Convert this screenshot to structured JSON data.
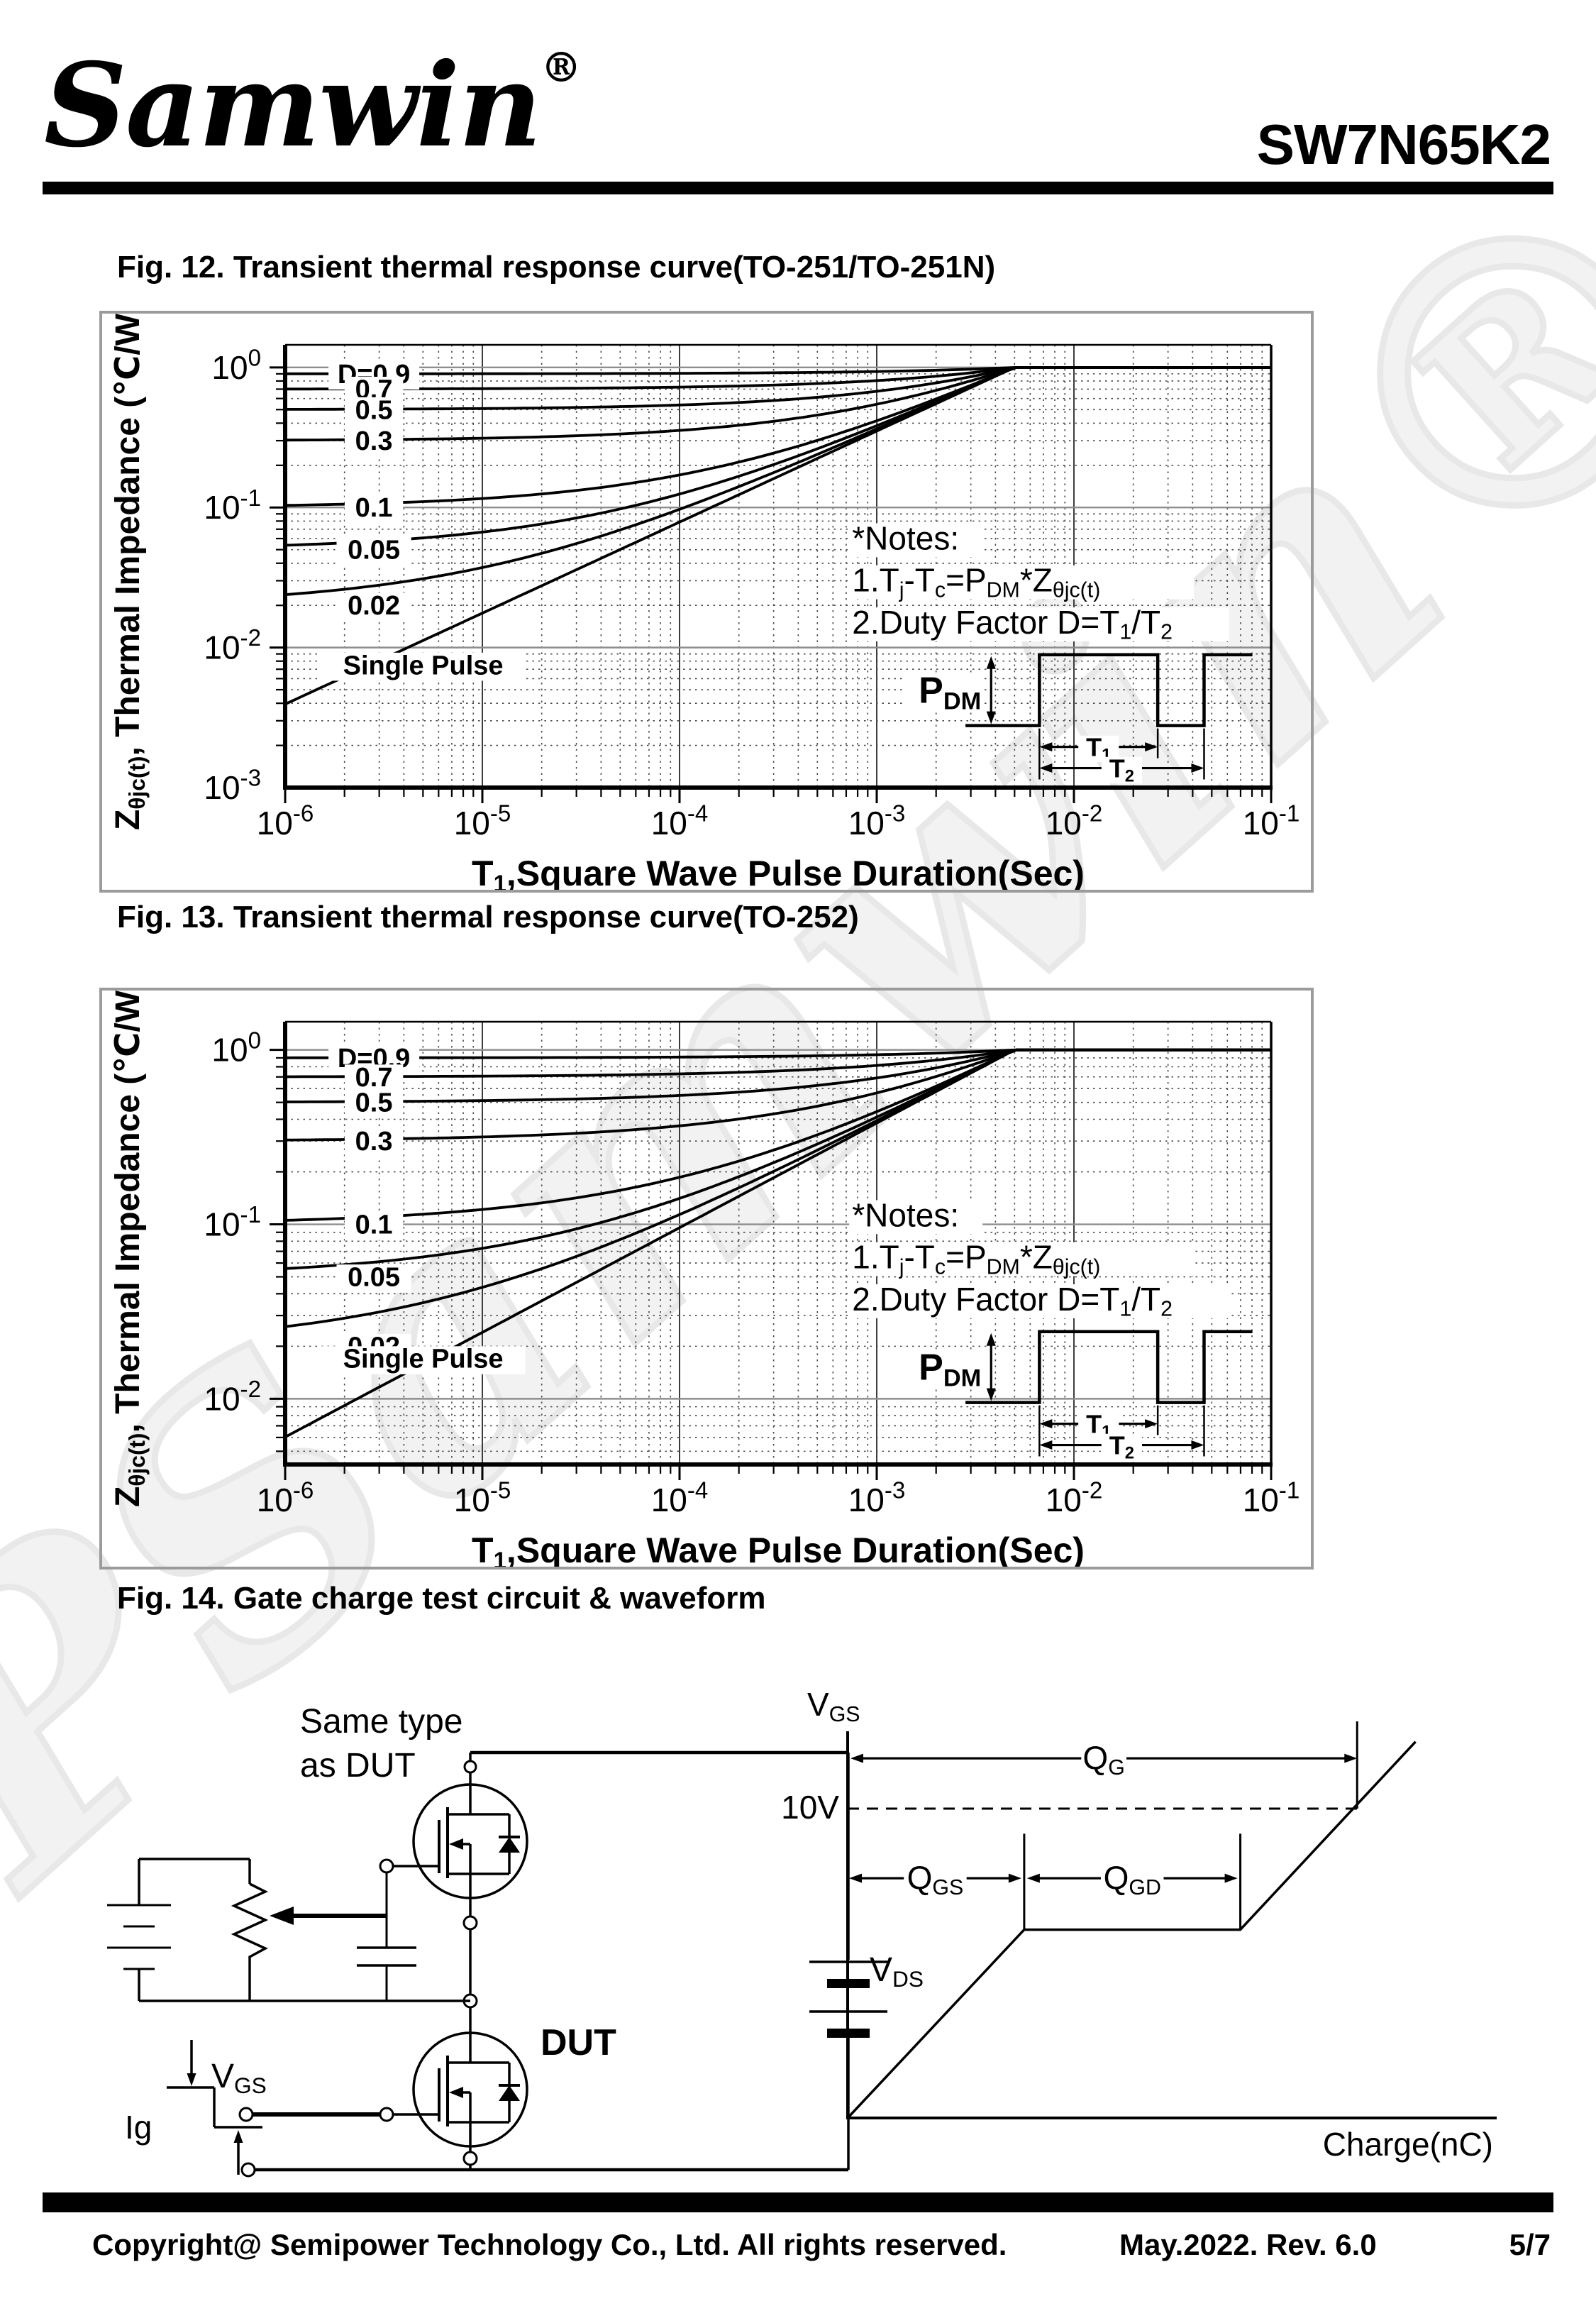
{
  "header": {
    "brand": "Samwin",
    "registered_mark": "®",
    "part_number": "SW7N65K2"
  },
  "watermark": "PSamwin®",
  "figures": {
    "fig12": "Fig. 12. Transient thermal response curve(TO-251/TO-251N)",
    "fig13": "Fig. 13. Transient thermal response curve(TO-252)",
    "fig14": "Fig. 14. Gate charge test circuit & waveform"
  },
  "chart_data": [
    {
      "id": "thermal-to251",
      "type": "line",
      "title": "Fig. 12. Transient thermal response curve(TO-251/TO-251N)",
      "xlabel": "T_{1},Square Wave Pulse Duration(Sec)",
      "ylabel": "Z_{θjc(t)}, Thermal Impedance (℃/W)",
      "x_scale": "log",
      "y_scale": "log",
      "x_tick_exponents": [
        -6,
        -5,
        -4,
        -3,
        -2,
        -1
      ],
      "y_tick_exponents": [
        0,
        -1,
        -2,
        -3
      ],
      "xlim_seconds": [
        1e-06,
        0.1
      ],
      "ylim": [
        0.001,
        1.45
      ],
      "grid": "log-log major solid, minor dotted",
      "duty_factors": [
        0.9,
        0.7,
        0.5,
        0.3,
        0.1,
        0.05,
        0.02
      ],
      "curve_labels": [
        "D=0.9",
        "0.7",
        "0.5",
        "0.3",
        "0.1",
        "0.05",
        "0.02"
      ],
      "single_pulse_label": "Single Pulse",
      "thermal_model": {
        "steady_state_cw": 1.0,
        "tc_seconds": 0.005,
        "exponent": 0.65
      },
      "label_anchor": {
        "x_exponent": -5.55,
        "single_pulse_value": 0.0075,
        "single_pulse_x_exponent": -5.3
      },
      "notes": [
        "*Notes:",
        "1.T_{j}-T_{c}=P_{DM}*Z_{θjc(t)}",
        "2.Duty Factor D=T_{1}/T_{2}"
      ],
      "inset_labels": {
        "pdm": "P_{DM}",
        "t1": "T_{1}",
        "t2": "T_{2}"
      }
    },
    {
      "id": "thermal-to252",
      "type": "line",
      "title": "Fig. 13. Transient thermal response curve(TO-252)",
      "xlabel": "T_{1},Square Wave Pulse Duration(Sec)",
      "ylabel": "Z_{θjc(t)}, Thermal Impedance (℃/W)",
      "x_scale": "log",
      "y_scale": "log",
      "x_tick_exponents": [
        -6,
        -5,
        -4,
        -3,
        -2,
        -1
      ],
      "y_tick_exponents": [
        0,
        -1,
        -2
      ],
      "xlim_seconds": [
        1e-06,
        0.1
      ],
      "ylim": [
        0.0042,
        1.45
      ],
      "grid": "log-log major solid, minor dotted",
      "duty_factors": [
        0.9,
        0.7,
        0.5,
        0.3,
        0.1,
        0.05,
        0.02
      ],
      "curve_labels": [
        "D=0.9",
        "0.7",
        "0.5",
        "0.3",
        "0.1",
        "0.05",
        "0.02"
      ],
      "single_pulse_label": "Single Pulse",
      "thermal_model": {
        "steady_state_cw": 1.0,
        "tc_seconds": 0.005,
        "exponent": 0.6
      },
      "label_anchor": {
        "x_exponent": -5.55,
        "single_pulse_value": 0.017,
        "single_pulse_x_exponent": -5.3
      },
      "notes": [
        "*Notes:",
        "1.T_{j}-T_{c}=P_{DM}*Z_{θjc(t)}",
        "2.Duty Factor D=T_{1}/T_{2}"
      ],
      "inset_labels": {
        "pdm": "P_{DM}",
        "t1": "T_{1}",
        "t2": "T_{2}"
      }
    },
    {
      "id": "gate-charge-waveform",
      "type": "line",
      "title": "Fig. 14. Gate charge test circuit & waveform",
      "xlabel": "Charge(nC)",
      "ylabel": "V_{GS}",
      "plateau_voltage_label": "10V",
      "annotations": [
        "Q_{G}",
        "Q_{GS}",
        "Q_{GD}"
      ],
      "curve_points_normalized": [
        [
          0,
          0
        ],
        [
          0.272,
          0.487
        ],
        [
          0.605,
          0.487
        ],
        [
          0.875,
          0.973
        ]
      ],
      "ref_line_y_normalized": 0.8
    }
  ],
  "circuit": {
    "driver_label_line1": "Same type",
    "driver_label_line2": "as DUT",
    "dut_label": "DUT",
    "vds_label": "V_{DS}",
    "vgs_label": "V_{GS}",
    "ig_label": "Ig"
  },
  "footer": {
    "copyright": "Copyright@ Semipower Technology Co., Ltd. All rights reserved.",
    "revision": "May.2022. Rev. 6.0",
    "page_number": "5/7"
  }
}
